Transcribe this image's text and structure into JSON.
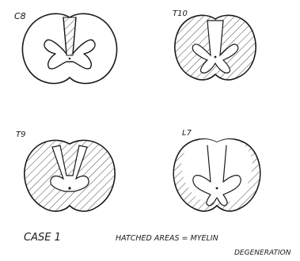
{
  "sections": [
    {
      "label": "C8"
    },
    {
      "label": "T10"
    },
    {
      "label": "T9"
    },
    {
      "label": "L7"
    }
  ],
  "caption": {
    "case": "CASE 1",
    "legend_line1": "HATCHED AREAS = MYELIN",
    "legend_line2": "DEGENERATION"
  },
  "colors": {
    "ink": "#1a1a1a",
    "paper": "#ffffff"
  }
}
